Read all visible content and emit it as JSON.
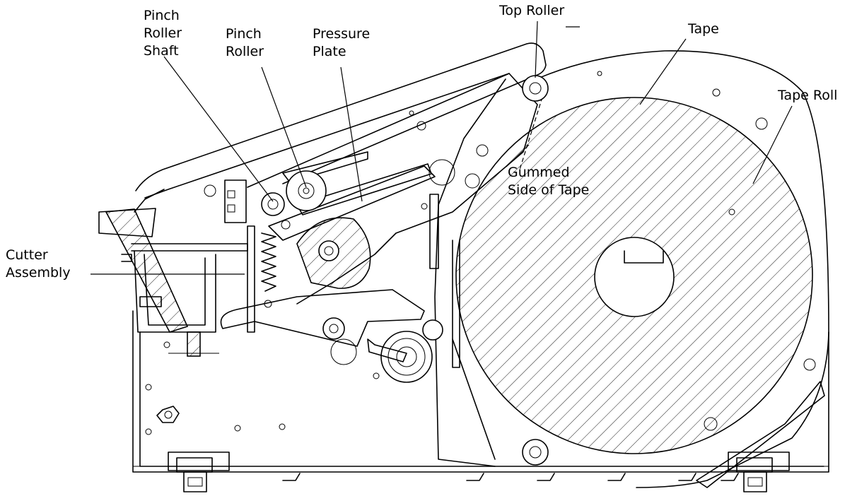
{
  "labels": {
    "pinch_roller_shaft": [
      "Pinch",
      "Roller",
      "Shaft"
    ],
    "pinch_roller": [
      "Pinch",
      "Roller"
    ],
    "pressure_plate": [
      "Pressure",
      "Plate"
    ],
    "top_roller": [
      "Top Roller"
    ],
    "tape": [
      "Tape"
    ],
    "tape_roll": [
      "Tape Roll"
    ],
    "gummed_side": [
      "Gummed",
      "Side of Tape"
    ],
    "cutter_assembly": [
      "Cutter",
      "Assembly"
    ]
  },
  "colors": {
    "line": "#000000",
    "background": "#ffffff"
  }
}
